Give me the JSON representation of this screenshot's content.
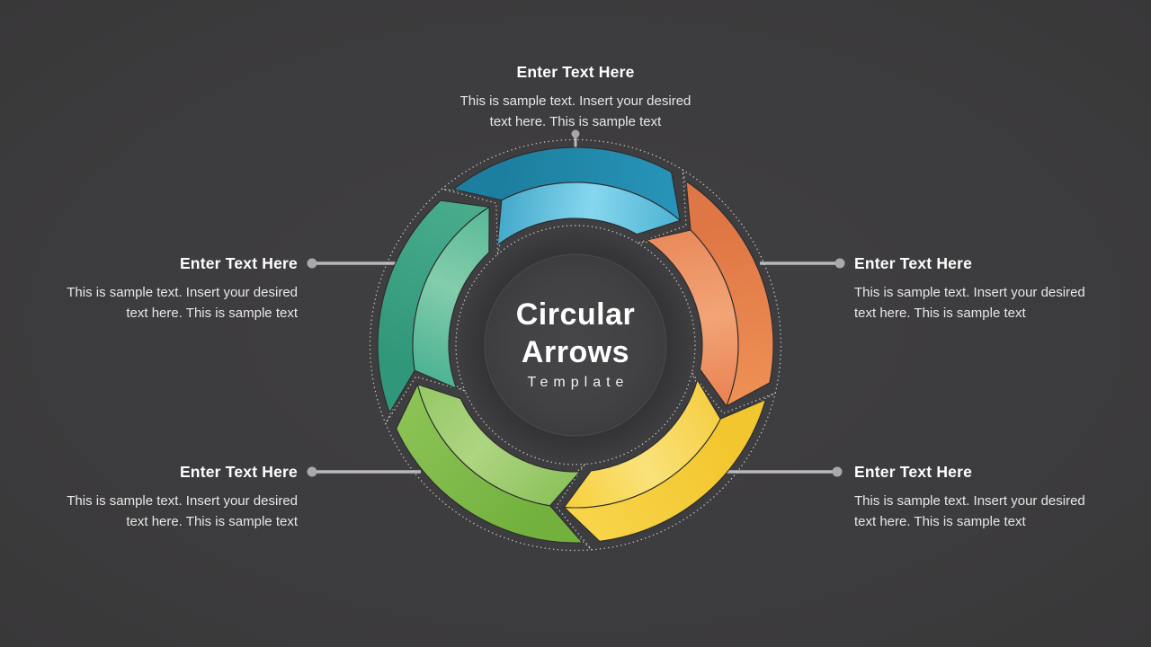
{
  "slide": {
    "background_color": "#3c3b3d",
    "connector_color": "#b9b9b9",
    "connector_dot_color": "#a9a9a9",
    "dotted_outline_color": "#d6d6d6"
  },
  "center": {
    "title_line1": "Circular",
    "title_line2": "Arrows",
    "subtitle": "Template",
    "circle_fill": "#424143"
  },
  "callouts": {
    "top": {
      "title": "Enter Text Here",
      "body_line1": "This is sample text. Insert your desired",
      "body_line2": "text here. This is sample text"
    },
    "right": {
      "title": "Enter Text Here",
      "body_line1": "This is sample text. Insert your desired",
      "body_line2": "text here. This is sample text"
    },
    "bottom_right": {
      "title": "Enter Text Here",
      "body_line1": "This is sample text. Insert your desired",
      "body_line2": "text here. This is sample text"
    },
    "bottom_left": {
      "title": "Enter Text Here",
      "body_line1": "This is sample text. Insert your desired",
      "body_line2": "text here. This is sample text"
    },
    "left": {
      "title": "Enter Text Here",
      "body_line1": "This is sample text. Insert your desired",
      "body_line2": "text here. This is sample text"
    }
  },
  "diagram": {
    "direction": "clockwise",
    "segments": [
      {
        "id": "top",
        "name": "arrow-top",
        "outer": [
          "#1d7f9f",
          "#2795ba"
        ],
        "inner": [
          "#44a9cb",
          "#86d7ee",
          "#4cb2d4"
        ]
      },
      {
        "id": "right",
        "name": "arrow-right",
        "outer": [
          "#df7645",
          "#ee9055"
        ],
        "inner": [
          "#ea8a5a",
          "#f2a477",
          "#e98250"
        ]
      },
      {
        "id": "bottom_right",
        "name": "arrow-bottom-right",
        "outer": [
          "#f2c62e",
          "#f8d54b"
        ],
        "inner": [
          "#f5cf45",
          "#fae27a",
          "#f6cf3a"
        ]
      },
      {
        "id": "bottom_left",
        "name": "arrow-bottom-left",
        "outer": [
          "#72b13e",
          "#8cc456"
        ],
        "inner": [
          "#8dc25c",
          "#aed581",
          "#95c765"
        ]
      },
      {
        "id": "left",
        "name": "arrow-left",
        "outer": [
          "#31977a",
          "#49ad8d"
        ],
        "inner": [
          "#4db394",
          "#83cdab",
          "#58b997"
        ]
      }
    ]
  }
}
